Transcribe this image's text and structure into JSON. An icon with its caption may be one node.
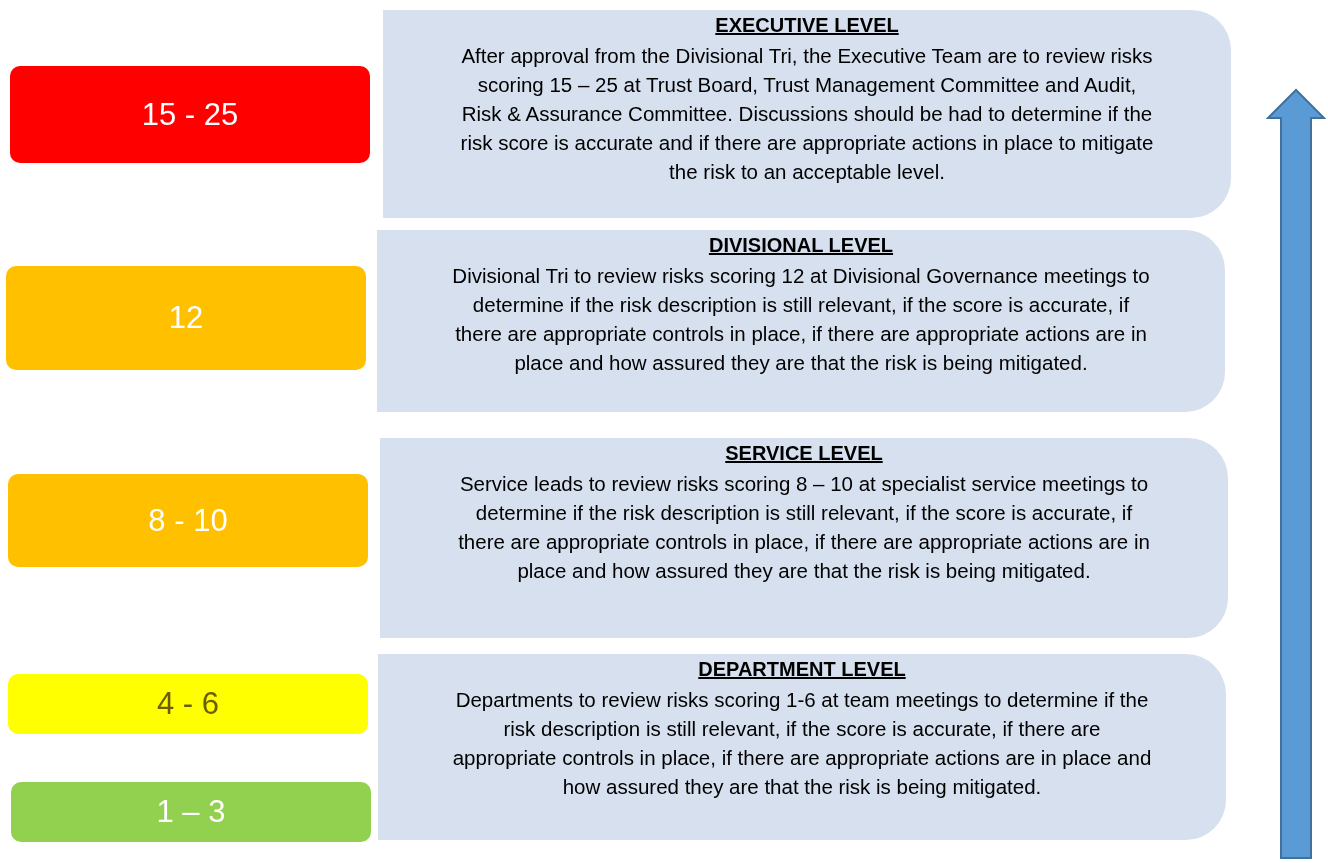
{
  "diagram": {
    "nodes": [
      {
        "text": [
          "15 - 25"
        ]
      },
      {
        "text": [
          "EXECUTIVE LEVEL",
          "After approval from the Divisional Tri, the Executive Team are to review risks scoring 15 – 25 at Trust Board, Trust Management Committee and Audit, Risk & Assurance Committee. Discussions should be had to determine if the risk score is accurate and if there are appropriate actions in place to mitigate the risk to an acceptable level."
        ]
      },
      {
        "text": [
          "12"
        ]
      },
      {
        "text": [
          "DIVISIONAL LEVEL",
          "Divisional Tri to review risks scoring 12 at Divisional Governance meetings to determine if the risk description is still relevant, if the score is accurate, if there are appropriate controls in place, if there are appropriate actions are in place and how assured they are that the risk is being mitigated."
        ]
      },
      {
        "text": [
          "8 - 10"
        ]
      },
      {
        "text": [
          "SERVICE LEVEL",
          "Service leads to review risks scoring 8 – 10 at specialist service meetings to determine if the risk description is still relevant, if the score is accurate, if there are appropriate controls in place, if there are appropriate actions are in place and how assured they are that the risk is being mitigated."
        ]
      },
      {
        "text": [
          "4 - 6"
        ]
      },
      {
        "text": [
          "DEPARTMENT LEVEL",
          "Departments to review risks scoring 1-6 at team meetings to determine if the risk description is still relevant, if the score is accurate, if there are appropriate controls in place, if there are appropriate actions are in place and how assured they are that the risk is being mitigated."
        ]
      },
      {
        "text": [
          "1 – 3"
        ]
      }
    ]
  }
}
